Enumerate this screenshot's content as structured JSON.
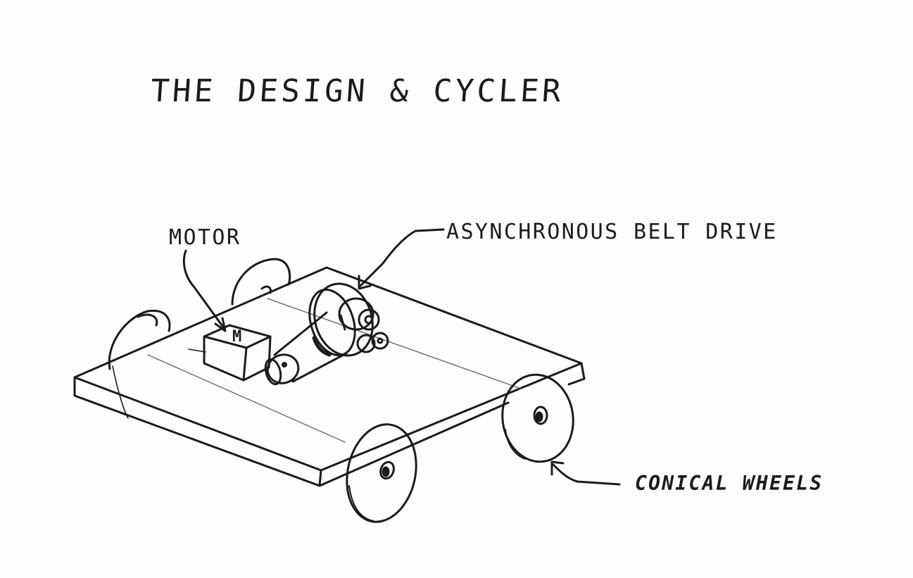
{
  "title": "THE DESIGN & CYCLER",
  "labels": {
    "motor": "MOTOR",
    "motor_box": "M",
    "belt_drive": "ASYNCHRONOUS BELT DRIVE",
    "wheels": "CONICAL WHEELS"
  },
  "colors": {
    "ink": "#1b1b1b",
    "paper": "#fdfdfc"
  }
}
